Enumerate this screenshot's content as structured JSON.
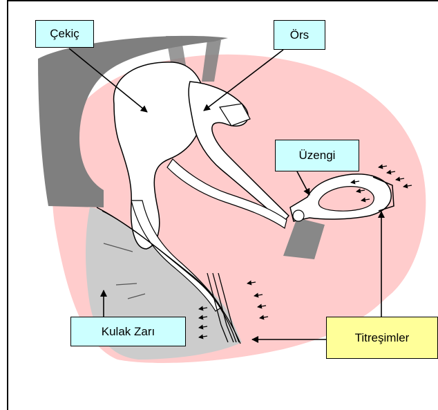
{
  "labels": {
    "cekic": "Çekiç",
    "ors": "Örs",
    "uzengi": "Üzengi",
    "kulak_zari": "Kulak Zarı",
    "titresimler": "Titreşimler"
  },
  "colors": {
    "pink_region": "#ffcccc",
    "dark_gray": "#7f7f7f",
    "light_gray": "#cccccc",
    "cyan_label": "#ccffff",
    "yellow_label": "#ffff99",
    "ossicle_fill": "#ffffff"
  },
  "icons": [
    "vibration-arrows-icon",
    "pointer-arrow-icon"
  ]
}
